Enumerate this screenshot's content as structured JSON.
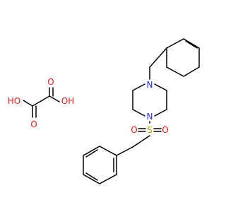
{
  "molecule": {
    "atoms": {
      "n_top": {
        "symbol": "N",
        "color": "#1f2bd8"
      },
      "n_bottom": {
        "symbol": "N",
        "color": "#1f2bd8"
      },
      "sulfur": {
        "symbol": "S",
        "color": "#b3a100"
      },
      "sulfonyl_o_left": {
        "symbol": "O",
        "color": "#e01b1b"
      },
      "sulfonyl_o_right": {
        "symbol": "O",
        "color": "#e01b1b"
      },
      "oxalic_ho_left": {
        "symbol": "HO",
        "color": "#e01b1b"
      },
      "oxalic_oh_right": {
        "symbol": "OH",
        "color": "#e01b1b"
      },
      "oxalic_o_top": {
        "symbol": "O",
        "color": "#e01b1b"
      },
      "oxalic_o_bottom": {
        "symbol": "O",
        "color": "#e01b1b"
      }
    }
  }
}
